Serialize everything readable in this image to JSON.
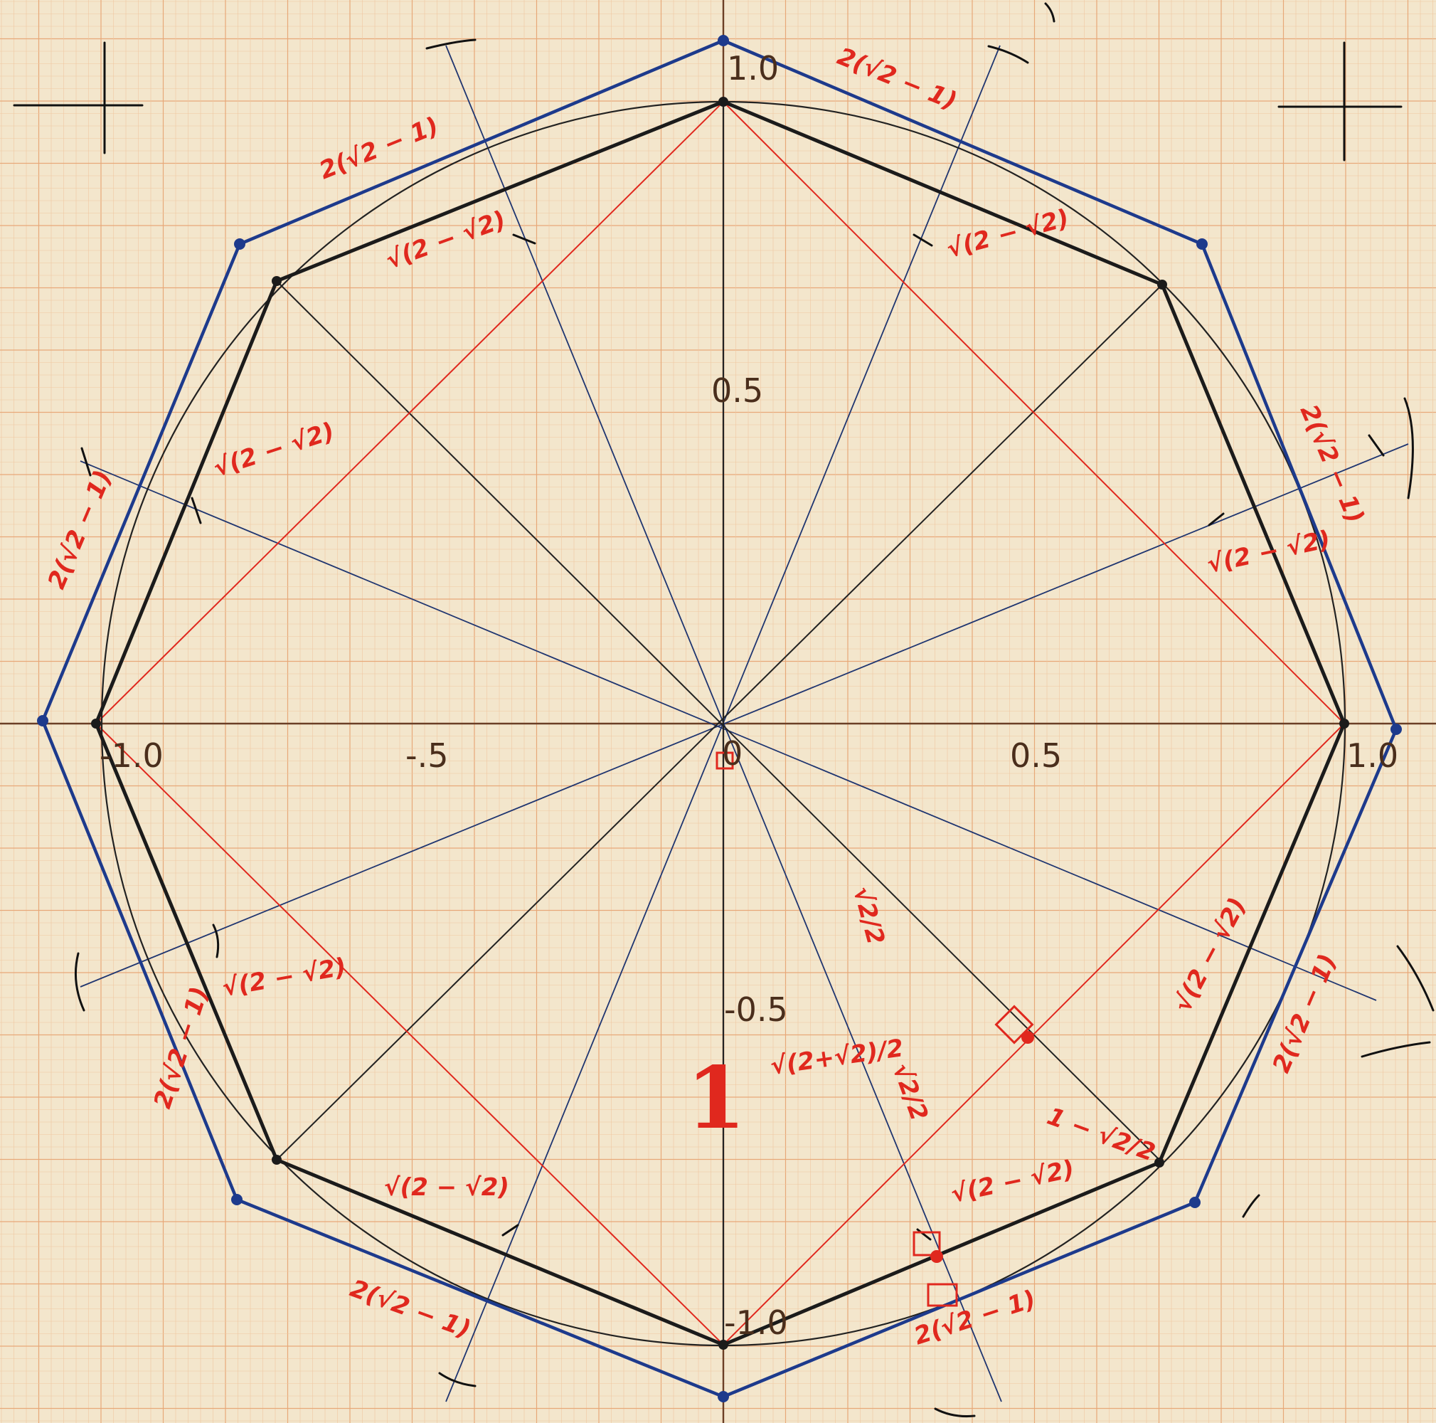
{
  "axis": {
    "ticks": {
      "y_pos_1": "1.0",
      "y_pos_half": "0.5",
      "x_neg_half": "-.5",
      "x_pos_half": "0.5",
      "x_pos_1": "1.0",
      "x_neg_1": "-1.0",
      "origin": "0",
      "y_neg_half": "-0.5",
      "y_neg_1": "-1.0"
    }
  },
  "annotations": {
    "outer_side": "2(√2 − 1)",
    "inner_side": "√(2 − √2)",
    "half_root2": "√2/2",
    "one_minus_half_root2": "1 − √2/2",
    "sqrt_2_plus_root2_half": "√(2+√2)/2",
    "unit_radius": "1"
  },
  "colors": {
    "paper": "#f3e6cc",
    "grid": "#e7a878",
    "inner_octagon": "#1b1b1b",
    "outer_octagon": "#1d3a8c",
    "annotation": "#e0281e"
  }
}
